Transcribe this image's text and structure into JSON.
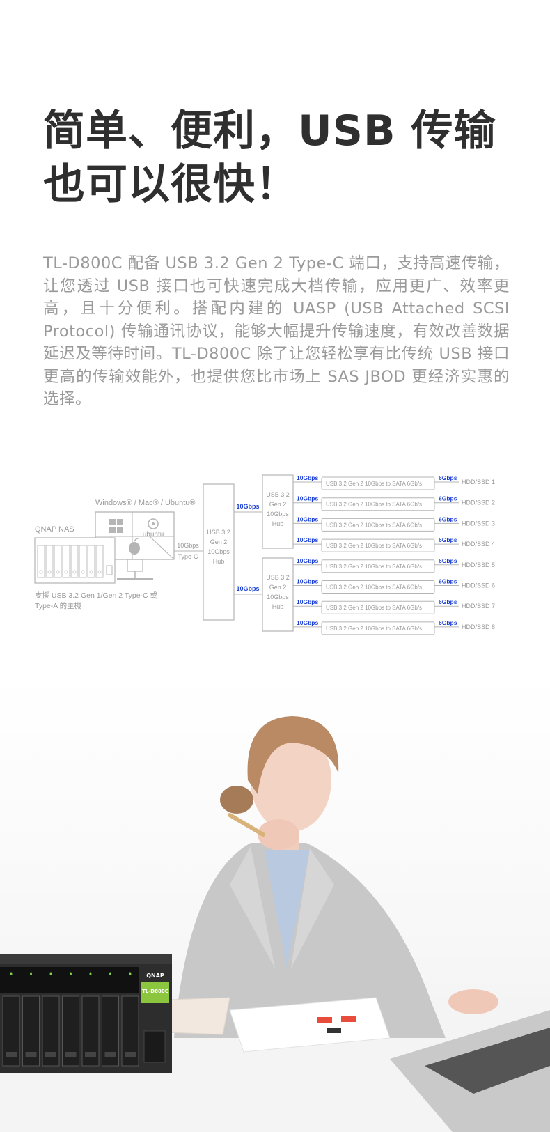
{
  "headline": {
    "line1": "简单、便利，USB 传输",
    "line2": "也可以很快！"
  },
  "body": "TL-D800C 配备 USB 3.2 Gen 2 Type-C 端口，支持高速传输，让您透过 USB 接口也可快速完成大档传输，应用更广、效率更高，且十分便利。搭配内建的 UASP (USB Attached SCSI Protocol) 传输通讯协议，能够大幅提升传输速度，有效改善数据延迟及等待时间。TL-D800C 除了让您轻松享有比传统 USB 接口更高的传输效能外，也提供您比市场上 SAS JBOD 更经济实惠的选择。",
  "diagram": {
    "os_label": "Windows® / Mac® / Ubuntu®",
    "nas_label": "QNAP NAS",
    "ubuntu_text": "ubuntu",
    "host_note_line1": "支援 USB 3.2 Gen 1/Gen 2 Type-C 或",
    "host_note_line2": "Type-A 的主機",
    "host_link_speed": "10Gbps",
    "host_link_type": "Type-C",
    "main_hub_lines": [
      "USB 3.2",
      "Gen 2",
      "10Gbps",
      "Hub"
    ],
    "sub_hub_lines": [
      "USB 3.2",
      "Gen 2",
      "10Gbps",
      "Hub"
    ],
    "hub_link_speed": "10Gbps",
    "bridge_speed_in": "10Gbps",
    "bridge_label": "USB 3.2 Gen 2 10Gbps to SATA 6Gb/s",
    "bridge_speed_out": "6Gbps",
    "drives": [
      "HDD/SSD 1",
      "HDD/SSD 2",
      "HDD/SSD 3",
      "HDD/SSD 4",
      "HDD/SSD 5",
      "HDD/SSD 6",
      "HDD/SSD 7",
      "HDD/SSD 8"
    ],
    "colors": {
      "line": "#b5b5b5",
      "text": "#999999",
      "accent": "#1a3fd6"
    }
  },
  "photo": {
    "device_brand": "QNAP",
    "device_model": "TL-D800C"
  }
}
